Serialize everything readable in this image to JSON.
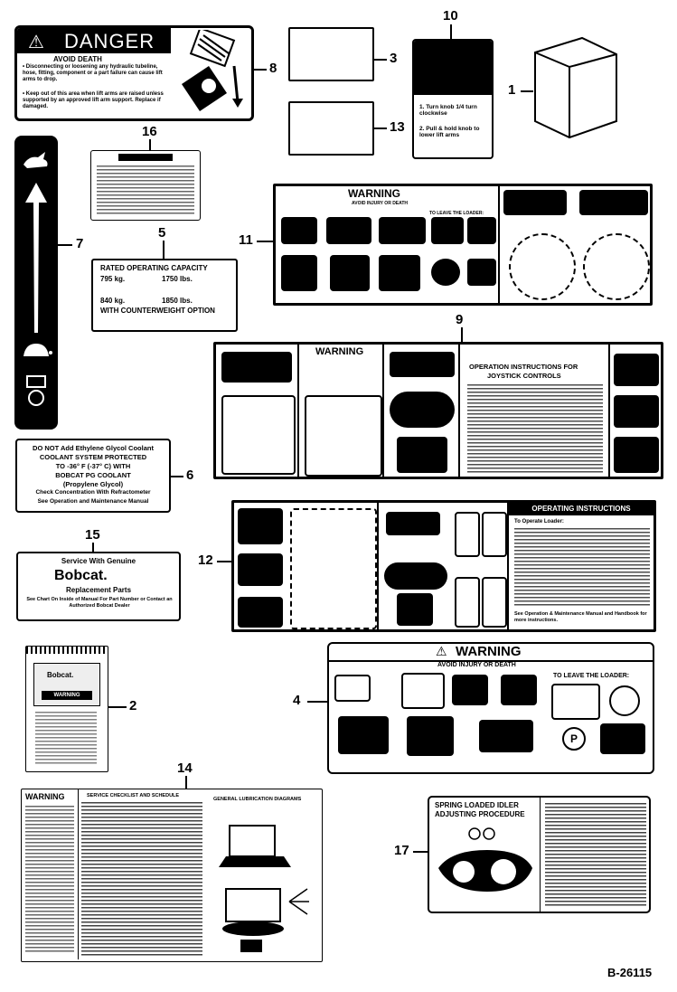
{
  "diagram_id": "B-26115",
  "callouts": {
    "c1": "1",
    "c2": "2",
    "c3": "3",
    "c4": "4",
    "c5": "5",
    "c6": "6",
    "c7": "7",
    "c8": "8",
    "c9": "9",
    "c10": "10",
    "c11": "11",
    "c12": "12",
    "c13": "13",
    "c14": "14",
    "c15": "15",
    "c16": "16",
    "c17": "17"
  },
  "decal8": {
    "title": "DANGER",
    "subtitle": "AVOID DEATH",
    "bullet1": "• Disconnecting or loosening any hydraulic tubeline, hose, fitting, component or a part failure can cause lift arms to drop.",
    "bullet2": "• Keep out of this area when lift arms are raised unless supported by an approved lift arm support. Replace if damaged."
  },
  "decal10": {
    "step1": "1. Turn knob 1/4 turn clockwise",
    "step2": "2. Pull & hold knob to lower lift arms"
  },
  "decal5": {
    "title": "RATED OPERATING CAPACITY",
    "row1_kg": "795 kg.",
    "row1_lbs": "1750 lbs.",
    "row2_kg": "840 kg.",
    "row2_lbs": "1850 lbs.",
    "option": "WITH COUNTERWEIGHT OPTION"
  },
  "decal11": {
    "title": "WARNING",
    "subtitle": "AVOID INJURY OR DEATH",
    "leave": "TO LEAVE THE LOADER:"
  },
  "decal9": {
    "title": "WARNING",
    "heading1": "OPERATION INSTRUCTIONS FOR",
    "heading2": "JOYSTICK CONTROLS"
  },
  "decal6": {
    "l1": "DO NOT Add Ethylene Glycol Coolant",
    "l2": "COOLANT SYSTEM PROTECTED",
    "l3": "TO -36° F (-37° C) WITH",
    "l4": "BOBCAT PG COOLANT",
    "l5": "(Propylene Glycol)",
    "l6": "Check Concentration With Refractometer",
    "l7": "See Operation and Maintenance Manual"
  },
  "decal15": {
    "l1": "Service With Genuine",
    "brand": "Bobcat.",
    "l2": "Replacement Parts",
    "l3": "See Chart On Inside of Manual For Part Number or Contact an Authorized Bobcat Dealer"
  },
  "decal12": {
    "heading": "OPERATING INSTRUCTIONS",
    "sub1": "To Operate Loader:",
    "footer": "See Operation & Maintenance Manual and Handbook for more instructions."
  },
  "decal4": {
    "title": "WARNING",
    "subtitle": "AVOID INJURY OR DEATH",
    "leave": "TO LEAVE THE LOADER:"
  },
  "decal2": {
    "brand": "Bobcat.",
    "warn": "WARNING"
  },
  "decal14": {
    "warn": "WARNING",
    "heading": "SERVICE CHECKLIST AND SCHEDULE",
    "heading2": "GENERAL LUBRICATION DIAGRAMS"
  },
  "decal17": {
    "title1": "SPRING LOADED IDLER",
    "title2": "ADJUSTING PROCEDURE"
  }
}
